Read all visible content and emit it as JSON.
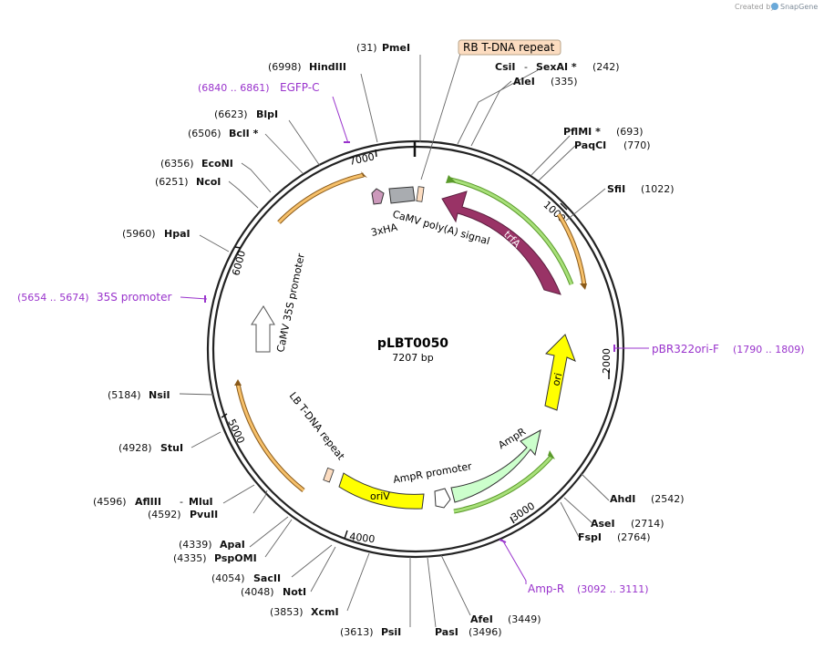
{
  "credit": {
    "prefix": "Created by",
    "brand": "SnapGene"
  },
  "plasmid": {
    "name": "pLBT0050",
    "length": "7207 bp"
  },
  "ticks": [
    "1000",
    "2000",
    "3000",
    "4000",
    "5000",
    "6000",
    "7000"
  ],
  "features": {
    "rb_repeat": "RB T-DNA repeat",
    "polya": "CaMV poly(A) signal",
    "hatag": "3xHA",
    "trfa": "trfA",
    "promoter35s": "CaMV 35S promoter",
    "lb_repeat": "LB T-DNA repeat",
    "ori": "ori",
    "oriv": "oriV",
    "ampr_promoter": "AmpR promoter",
    "ampr": "AmpR"
  },
  "sites": [
    {
      "id": "pmei",
      "pos": "(31)",
      "name": "PmeI"
    },
    {
      "id": "hindiii",
      "pos": "(6998)",
      "name": "HindIII"
    },
    {
      "id": "csii",
      "pos": "(242)",
      "name": "CsiI",
      "name2": "SexAI *"
    },
    {
      "id": "alei",
      "pos": "(335)",
      "name": "AleI"
    },
    {
      "id": "pflmi",
      "pos": "(693)",
      "name": "PflMI *"
    },
    {
      "id": "paqci",
      "pos": "(770)",
      "name": "PaqCI"
    },
    {
      "id": "sfii",
      "pos": "(1022)",
      "name": "SfiI"
    },
    {
      "id": "blpi",
      "pos": "(6623)",
      "name": "BlpI"
    },
    {
      "id": "bcli",
      "pos": "(6506)",
      "name": "BclI *"
    },
    {
      "id": "econi",
      "pos": "(6356)",
      "name": "EcoNI"
    },
    {
      "id": "ncoi",
      "pos": "(6251)",
      "name": "NcoI"
    },
    {
      "id": "hpai",
      "pos": "(5960)",
      "name": "HpaI"
    },
    {
      "id": "nsii",
      "pos": "(5184)",
      "name": "NsiI"
    },
    {
      "id": "stui",
      "pos": "(4928)",
      "name": "StuI"
    },
    {
      "id": "afliii",
      "pos": "(4596)",
      "name": "AflIII",
      "name2": "MluI"
    },
    {
      "id": "pvuii",
      "pos": "(4592)",
      "name": "PvuII"
    },
    {
      "id": "apai",
      "pos": "(4339)",
      "name": "ApaI"
    },
    {
      "id": "pspomi",
      "pos": "(4335)",
      "name": "PspOMI"
    },
    {
      "id": "sacii",
      "pos": "(4054)",
      "name": "SacII"
    },
    {
      "id": "noti",
      "pos": "(4048)",
      "name": "NotI"
    },
    {
      "id": "xcmi",
      "pos": "(3853)",
      "name": "XcmI"
    },
    {
      "id": "psii",
      "pos": "(3613)",
      "name": "PsiI"
    },
    {
      "id": "pasi",
      "pos": "(3496)",
      "name": "PasI"
    },
    {
      "id": "afei",
      "pos": "(3449)",
      "name": "AfeI"
    },
    {
      "id": "ahdi",
      "pos": "(2542)",
      "name": "AhdI"
    },
    {
      "id": "asei",
      "pos": "(2714)",
      "name": "AseI"
    },
    {
      "id": "fspi",
      "pos": "(2764)",
      "name": "FspI"
    }
  ],
  "primers": [
    {
      "id": "egfpc",
      "range": "(6840 .. 6861)",
      "name": "EGFP-C"
    },
    {
      "id": "p35s",
      "range": "(5654 .. 5674)",
      "name": "35S promoter"
    },
    {
      "id": "pbr322",
      "name": "pBR322ori-F",
      "range": "(1790 .. 1809)"
    },
    {
      "id": "ampr",
      "name": "Amp-R",
      "range": "(3092 .. 3111)"
    }
  ],
  "colors": {
    "backbone": "#222222",
    "trfa": "#993366",
    "ori": "#ffff00",
    "ampr": "#ccffcc",
    "orf_band": "#f6c06a",
    "green_band": "#7ac943",
    "primer": "#9933cc",
    "rb_box": "#fcdcc0",
    "hatag": "#cc99bb",
    "polya": "#a9acb0",
    "promoter": "#ffffff"
  }
}
